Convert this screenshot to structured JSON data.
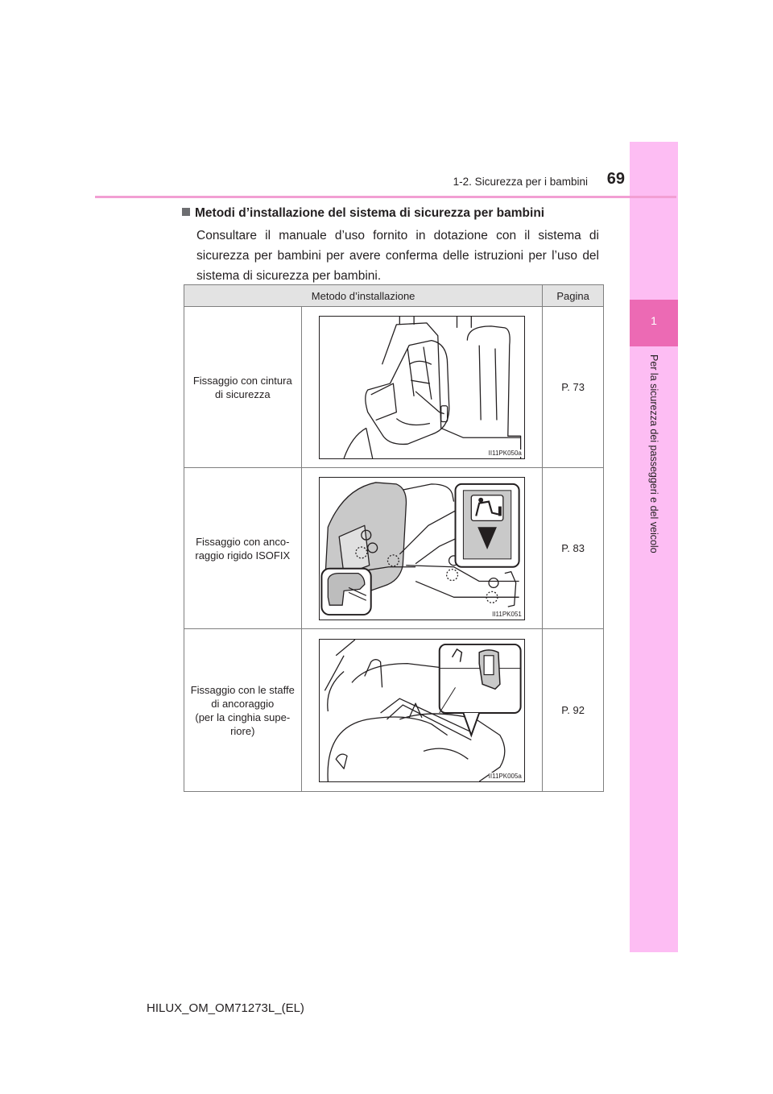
{
  "header": {
    "section": "1-2. Sicurezza per i bambini",
    "page_number": "69"
  },
  "side_tab": {
    "number": "1",
    "text": "Per la sicurezza dei passeggeri e del veicolo"
  },
  "section": {
    "heading": "Metodi d’installazione del sistema di sicurezza per bambini",
    "paragraph": "Consultare il manuale d’uso fornito in dotazione con il sistema di sicurezza per bambini per avere conferma delle istruzioni per l’uso del sistema di sicurezza per bambini."
  },
  "table": {
    "headers": [
      "Metodo d’installazione",
      "Pagina"
    ],
    "rows": [
      {
        "method_lines": [
          "Fissaggio con cintura",
          "di sicurezza"
        ],
        "figure_code": "II11PK050a",
        "page": "P. 73"
      },
      {
        "method_lines": [
          "Fissaggio con anco-",
          "raggio rigido ISOFIX"
        ],
        "figure_code": "II11PK051",
        "page": "P. 83"
      },
      {
        "method_lines": [
          "Fissaggio con le staffe",
          "di ancoraggio",
          "(per la cinghia supe-",
          "riore)"
        ],
        "figure_code": "II11PK005a",
        "page": "P. 92"
      }
    ]
  },
  "footer": {
    "code": "HILUX_OM_OM71273L_(EL)"
  }
}
